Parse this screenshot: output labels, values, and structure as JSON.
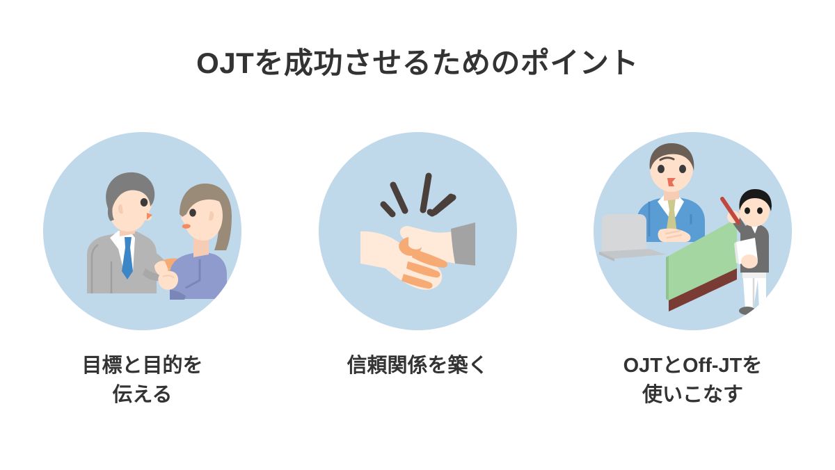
{
  "header": {
    "title": "OJTを成功させるためのポイント"
  },
  "theme": {
    "background": "#ffffff",
    "text_color": "#333333",
    "circle_background": "#bfd8ea",
    "skin": "#ffe0cb",
    "skin_light": "#ffe9d9",
    "finger_orange": "#f7ab74",
    "gray_hair": "#7d7d7d",
    "brown_hair": "#9a8a78",
    "dark_hair": "#6b5f56",
    "black_hair": "#1a1a1a",
    "suit_gray": "#b5b5b5",
    "suit_blue": "#5a9dd4",
    "tie_blue": "#3d86c6",
    "tie_olive": "#ccc98e",
    "top_periwinkle": "#8e9bcc",
    "board_green": "#a3d6a0",
    "board_frame": "#7a3b34",
    "laptop_gray": "#d5d7d9",
    "spark_dark": "#4a3f3a",
    "jacket_gray": "#6e6e6e",
    "pointer_red": "#c1483c"
  },
  "cards": [
    {
      "id": "goals",
      "illustration": "two-people-talking-illustration",
      "caption": "目標と目的を\n伝える"
    },
    {
      "id": "trust",
      "illustration": "handshake-illustration",
      "caption": "信頼関係を築く"
    },
    {
      "id": "ojt-offjt",
      "illustration": "laptop-and-chalkboard-illustration",
      "caption": "OJTとOff-JTを\n使いこなす"
    }
  ]
}
